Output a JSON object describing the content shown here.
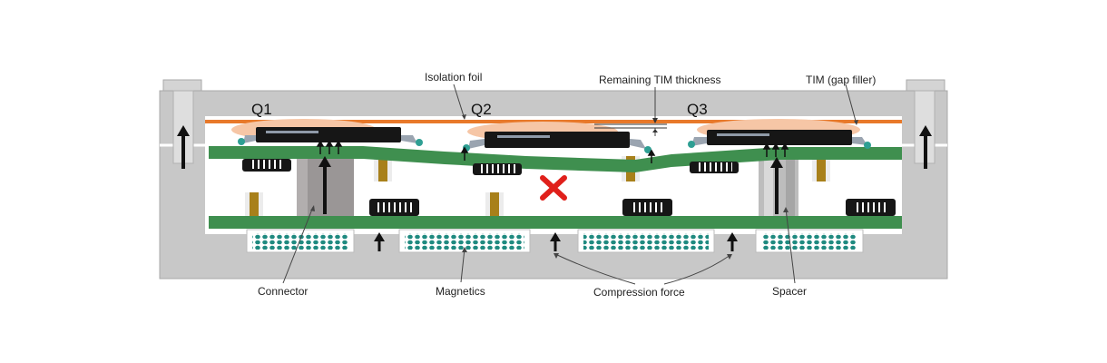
{
  "labels": {
    "isolation_foil": "Isolation foil",
    "remaining_tim": "Remaining TIM thickness",
    "tim_gap_filler": "TIM (gap filler)",
    "q1": "Q1",
    "q2": "Q2",
    "q3": "Q3",
    "connector": "Connector",
    "magnetics": "Magnetics",
    "compression_force": "Compression force",
    "spacer": "Spacer"
  },
  "colors": {
    "housing": "#c8c8c8",
    "housing_edge": "#a9a9a9",
    "pcb": "#3f8f4f",
    "isolation_foil": "#e8792a",
    "tim": "#f6c6a6",
    "component": "#161616",
    "magnetic_dot": "#1f8a80",
    "standoff": "#a8801a",
    "connector_block": "#9a9696",
    "spacer": "#bdbdbd",
    "cross": "#e0201b",
    "arrow": "#111111"
  },
  "icons": {
    "error_mark": "x-cross-icon",
    "force_arrow": "up-arrow-icon"
  }
}
